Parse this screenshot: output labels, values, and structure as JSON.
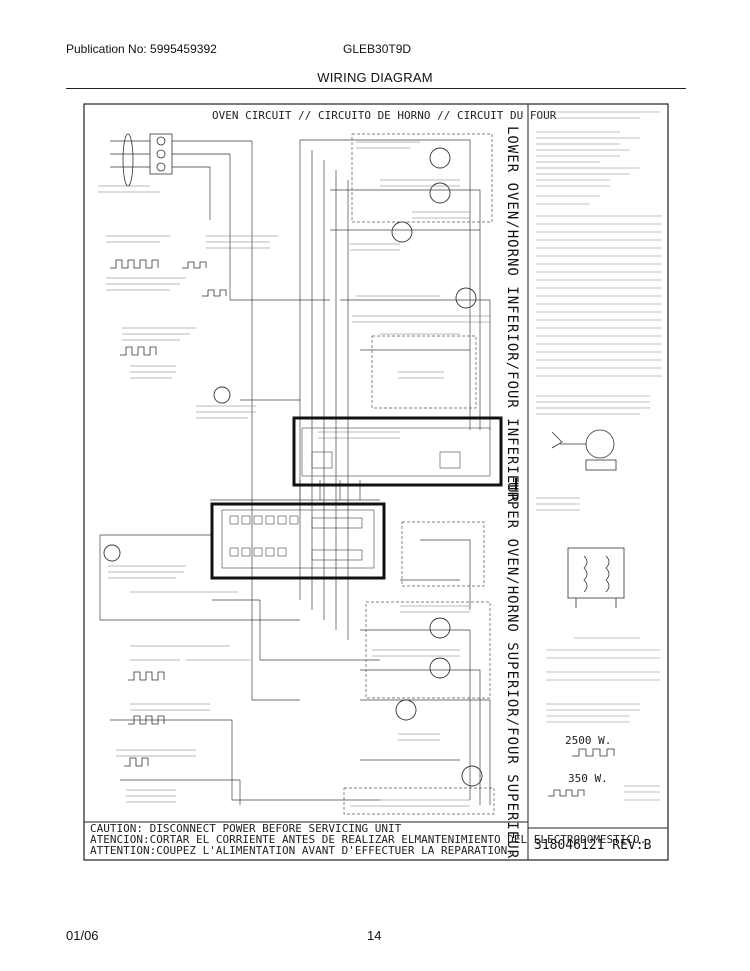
{
  "header": {
    "publication": "Publication No: 5995459392",
    "model": "GLEB30T9D",
    "subtitle": "WIRING DIAGRAM"
  },
  "diagram": {
    "top_title": "OVEN CIRCUIT // CIRCUITO DE HORNO // CIRCUIT DU FOUR",
    "side_label_lower": "LOWER OVEN/HORNO INFERIOR/FOUR INFERIEUR",
    "side_label_upper": "UPPER OVEN/HORNO SUPERIOR/FOUR SUPERIEUR",
    "caution_lines": [
      "CAUTION: DISCONNECT POWER BEFORE SERVICING UNIT",
      "ATENCION:CORTAR EL CORRIENTE ANTES DE REALIZAR ELMANTENIMIENTO DEL ELECTRODOMESTICO.",
      "ATTENTION:COUPEZ L'ALIMENTATION AVANT D'EFFECTUER LA REPARATION."
    ],
    "part_number": "318046121 REV:B",
    "wattage_bake": "2500 W.",
    "wattage_convect": "350 W."
  },
  "footer": {
    "date": "01/06",
    "page": "14"
  }
}
